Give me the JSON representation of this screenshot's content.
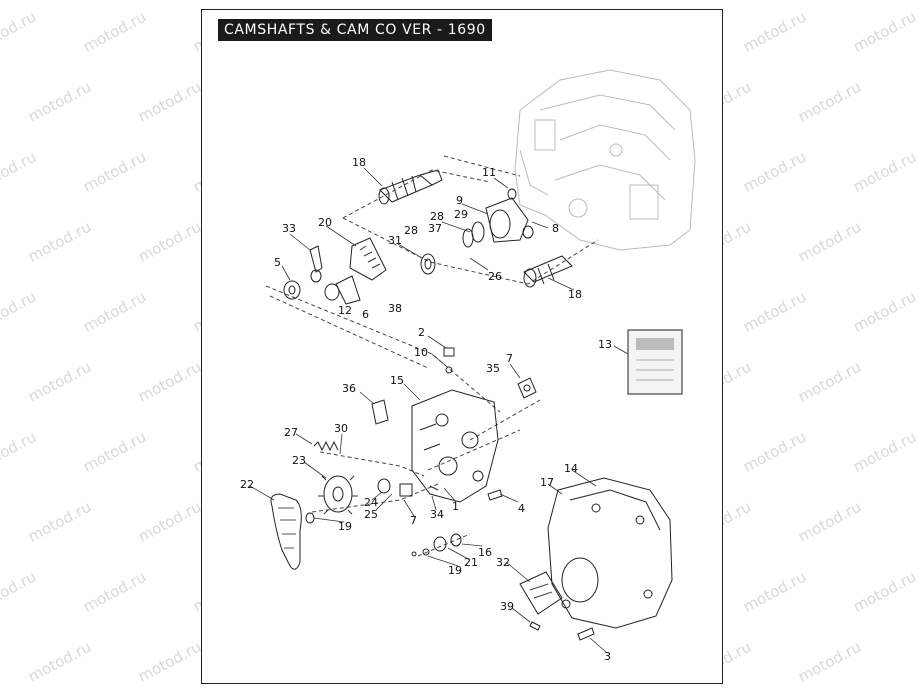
{
  "title": "CAMSHAFTS & CAM CO VER - 1690",
  "watermark": "motod.ru",
  "parts": [
    {
      "id": "p18a",
      "label": "18"
    },
    {
      "id": "p11",
      "label": "11"
    },
    {
      "id": "p9",
      "label": "9"
    },
    {
      "id": "p28a",
      "label": "28"
    },
    {
      "id": "p29",
      "label": "29"
    },
    {
      "id": "p20",
      "label": "20"
    },
    {
      "id": "p28b",
      "label": "28"
    },
    {
      "id": "p37",
      "label": "37"
    },
    {
      "id": "p8",
      "label": "8"
    },
    {
      "id": "p33",
      "label": "33"
    },
    {
      "id": "p31",
      "label": "31"
    },
    {
      "id": "p5",
      "label": "5"
    },
    {
      "id": "p26",
      "label": "26"
    },
    {
      "id": "p18b",
      "label": "18"
    },
    {
      "id": "p12",
      "label": "12"
    },
    {
      "id": "p6",
      "label": "6"
    },
    {
      "id": "p38",
      "label": "38"
    },
    {
      "id": "p2",
      "label": "2"
    },
    {
      "id": "p13",
      "label": "13"
    },
    {
      "id": "p10",
      "label": "10"
    },
    {
      "id": "p7a",
      "label": "7"
    },
    {
      "id": "p35",
      "label": "35"
    },
    {
      "id": "p36",
      "label": "36"
    },
    {
      "id": "p15",
      "label": "15"
    },
    {
      "id": "p27",
      "label": "27"
    },
    {
      "id": "p30",
      "label": "30"
    },
    {
      "id": "p23",
      "label": "23"
    },
    {
      "id": "p14",
      "label": "14"
    },
    {
      "id": "p17",
      "label": "17"
    },
    {
      "id": "p22",
      "label": "22"
    },
    {
      "id": "p24",
      "label": "24"
    },
    {
      "id": "p1",
      "label": "1"
    },
    {
      "id": "p4",
      "label": "4"
    },
    {
      "id": "p25",
      "label": "25"
    },
    {
      "id": "p7b",
      "label": "7"
    },
    {
      "id": "p34",
      "label": "34"
    },
    {
      "id": "p19a",
      "label": "19"
    },
    {
      "id": "p16",
      "label": "16"
    },
    {
      "id": "p32",
      "label": "32"
    },
    {
      "id": "p21",
      "label": "21"
    },
    {
      "id": "p19b",
      "label": "19"
    },
    {
      "id": "p39",
      "label": "39"
    },
    {
      "id": "p3",
      "label": "3"
    }
  ]
}
